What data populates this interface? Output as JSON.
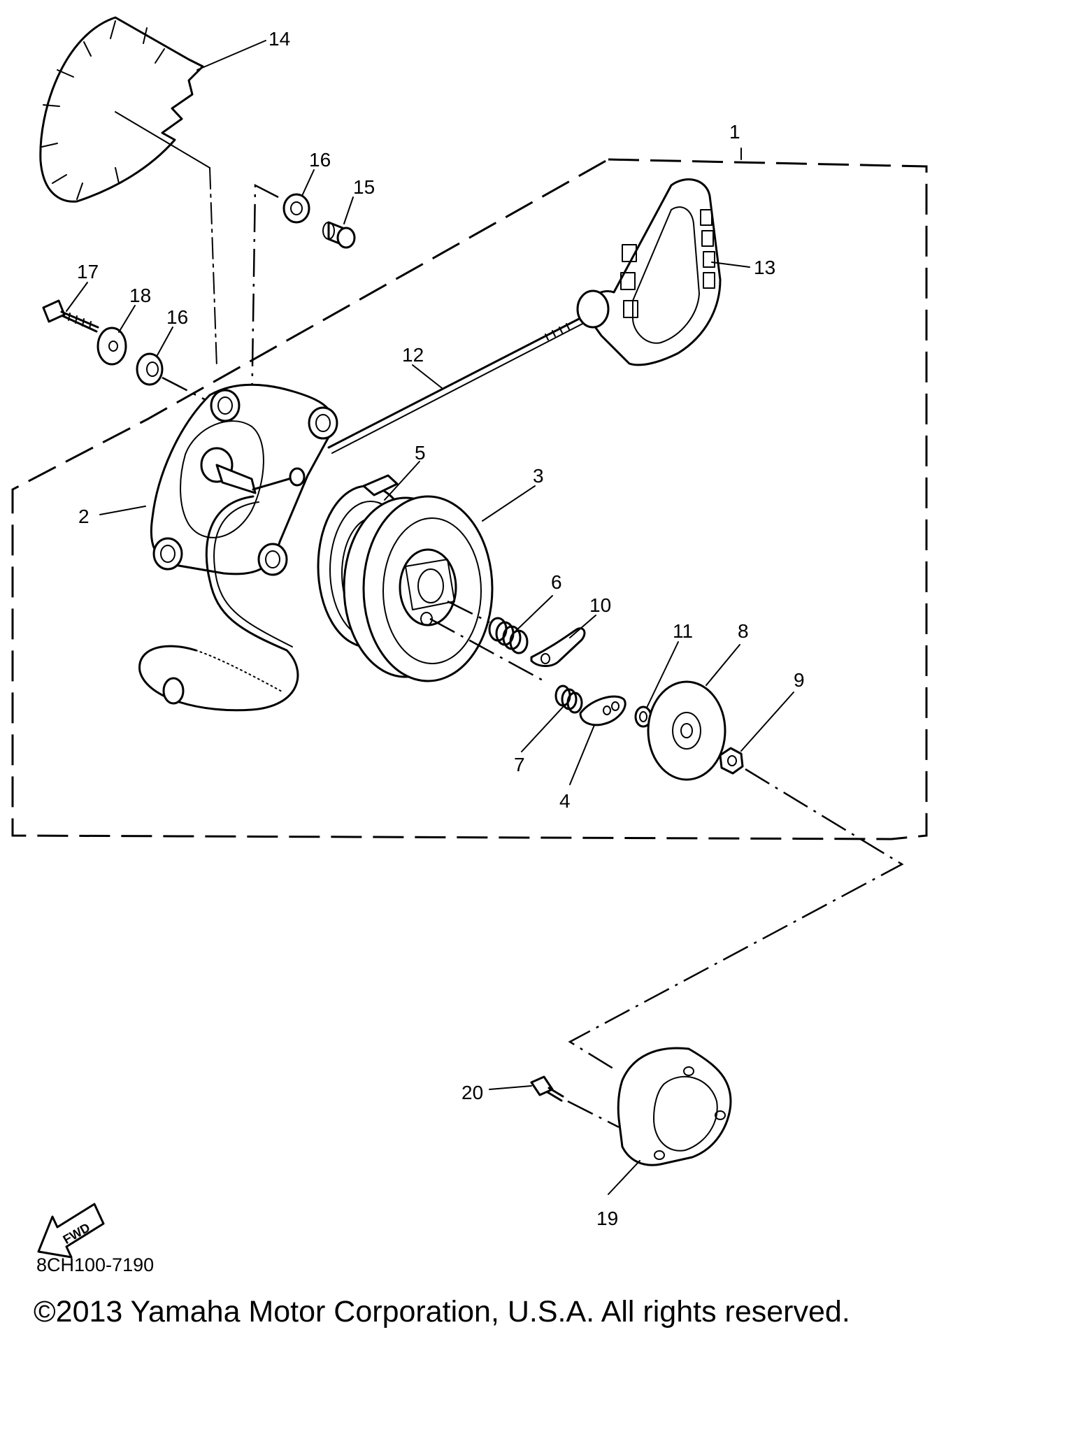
{
  "diagram": {
    "callouts": [
      {
        "id": "14",
        "label": "14"
      },
      {
        "id": "1",
        "label": "1"
      },
      {
        "id": "16a",
        "label": "16"
      },
      {
        "id": "15",
        "label": "15"
      },
      {
        "id": "13",
        "label": "13"
      },
      {
        "id": "17",
        "label": "17"
      },
      {
        "id": "18",
        "label": "18"
      },
      {
        "id": "16b",
        "label": "16"
      },
      {
        "id": "12",
        "label": "12"
      },
      {
        "id": "5",
        "label": "5"
      },
      {
        "id": "3",
        "label": "3"
      },
      {
        "id": "2",
        "label": "2"
      },
      {
        "id": "6",
        "label": "6"
      },
      {
        "id": "10",
        "label": "10"
      },
      {
        "id": "11",
        "label": "11"
      },
      {
        "id": "8",
        "label": "8"
      },
      {
        "id": "9",
        "label": "9"
      },
      {
        "id": "7",
        "label": "7"
      },
      {
        "id": "4",
        "label": "4"
      },
      {
        "id": "20",
        "label": "20"
      },
      {
        "id": "19",
        "label": "19"
      }
    ],
    "fwd_label": "FWD",
    "diagram_code": "8CH100-7190"
  },
  "footer": {
    "copyright": "©2013 Yamaha Motor Corporation, U.S.A. All rights reserved."
  }
}
